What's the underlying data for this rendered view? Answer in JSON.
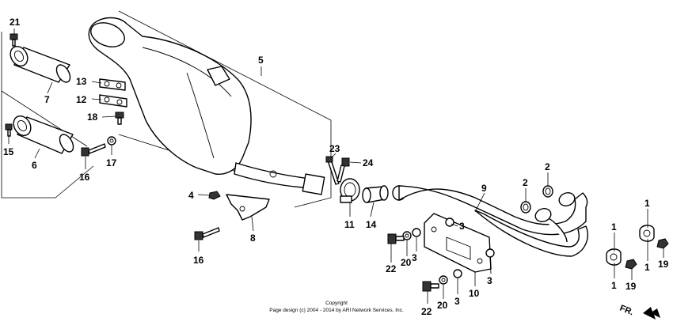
{
  "callouts": [
    {
      "id": "c21",
      "text": "21"
    },
    {
      "id": "c7",
      "text": "7"
    },
    {
      "id": "c13",
      "text": "13"
    },
    {
      "id": "c12",
      "text": "12"
    },
    {
      "id": "c18",
      "text": "18"
    },
    {
      "id": "c15",
      "text": "15"
    },
    {
      "id": "c6",
      "text": "6"
    },
    {
      "id": "c17",
      "text": "17"
    },
    {
      "id": "c16a",
      "text": "16"
    },
    {
      "id": "c5",
      "text": "5"
    },
    {
      "id": "c4",
      "text": "4"
    },
    {
      "id": "c8",
      "text": "8"
    },
    {
      "id": "c16b",
      "text": "16"
    },
    {
      "id": "c23",
      "text": "23"
    },
    {
      "id": "c24",
      "text": "24"
    },
    {
      "id": "c11",
      "text": "11"
    },
    {
      "id": "c14",
      "text": "14"
    },
    {
      "id": "c9",
      "text": "9"
    },
    {
      "id": "c2a",
      "text": "2"
    },
    {
      "id": "c2b",
      "text": "2"
    },
    {
      "id": "c3a",
      "text": "3"
    },
    {
      "id": "c3b",
      "text": "3"
    },
    {
      "id": "c3c",
      "text": "3"
    },
    {
      "id": "c3d",
      "text": "3"
    },
    {
      "id": "c22a",
      "text": "22"
    },
    {
      "id": "c20a",
      "text": "20"
    },
    {
      "id": "c10",
      "text": "10"
    },
    {
      "id": "c22b",
      "text": "22"
    },
    {
      "id": "c20b",
      "text": "20"
    },
    {
      "id": "c1a",
      "text": "1"
    },
    {
      "id": "c1b",
      "text": "1"
    },
    {
      "id": "c1c",
      "text": "1"
    },
    {
      "id": "c1d",
      "text": "1"
    },
    {
      "id": "c19a",
      "text": "19"
    },
    {
      "id": "c19b",
      "text": "19"
    }
  ],
  "footer": {
    "line1": "Copyright",
    "line2": "Page design (c) 2004 - 2014 by ARI Network Services, Inc."
  },
  "front_marker": "FR."
}
